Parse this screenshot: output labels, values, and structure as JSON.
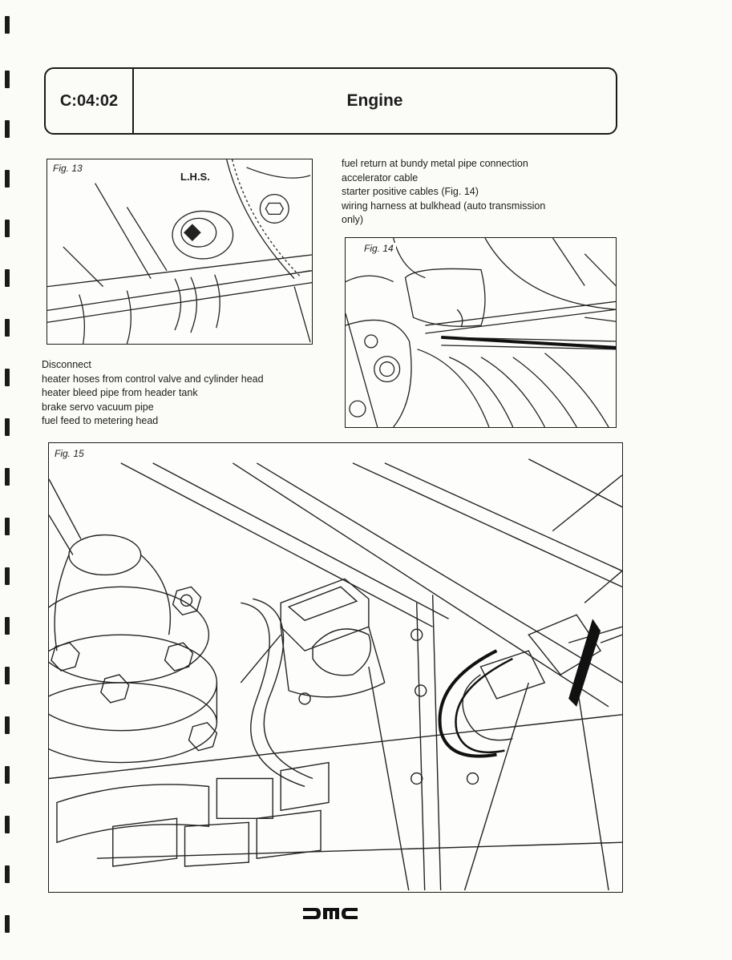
{
  "header": {
    "section_code": "C:04:02",
    "section_title": "Engine"
  },
  "figures": {
    "fig13": {
      "caption": "Fig. 13",
      "label": "L.H.S."
    },
    "fig14": {
      "caption": "Fig. 14"
    },
    "fig15": {
      "caption": "Fig. 15"
    }
  },
  "left_text": {
    "heading": "Disconnect",
    "items": [
      "heater hoses from control valve and cylinder head",
      "heater bleed pipe from header tank",
      "brake servo vacuum pipe",
      "fuel feed to metering head"
    ]
  },
  "right_text": {
    "items": [
      "fuel return at bundy metal pipe connection",
      "accelerator cable",
      "starter positive cables (Fig. 14)",
      "wiring harness at bulkhead (auto transmission",
      "only)"
    ]
  },
  "footer": {
    "logo_name": "dmc-logo",
    "logo_text": "DMC"
  }
}
